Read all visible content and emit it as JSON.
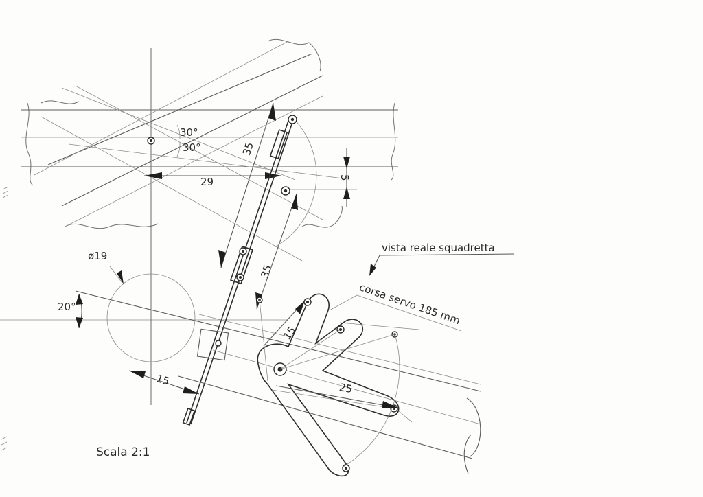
{
  "drawing": {
    "dimensions": {
      "dim_35_rod_top": "35",
      "dim_29": "29",
      "dim_5": "5",
      "dim_35_rod_mid": "35",
      "dim_15_horn": "15",
      "dim_25": "25",
      "dim_15_bottom": "15",
      "dim_20deg": "20°",
      "dim_30deg_top": "30°",
      "dim_30deg_bottom": "30°",
      "dim_diameter_19": "ø19"
    },
    "annotations": {
      "real_view": "vista reale squadretta",
      "servo_travel": "corsa servo 185 mm",
      "scale": "Scala 2:1"
    },
    "colors": {
      "ink": "#2a2a2a",
      "construction": "#8b8b8b",
      "paper": "#fdfdfc"
    }
  }
}
